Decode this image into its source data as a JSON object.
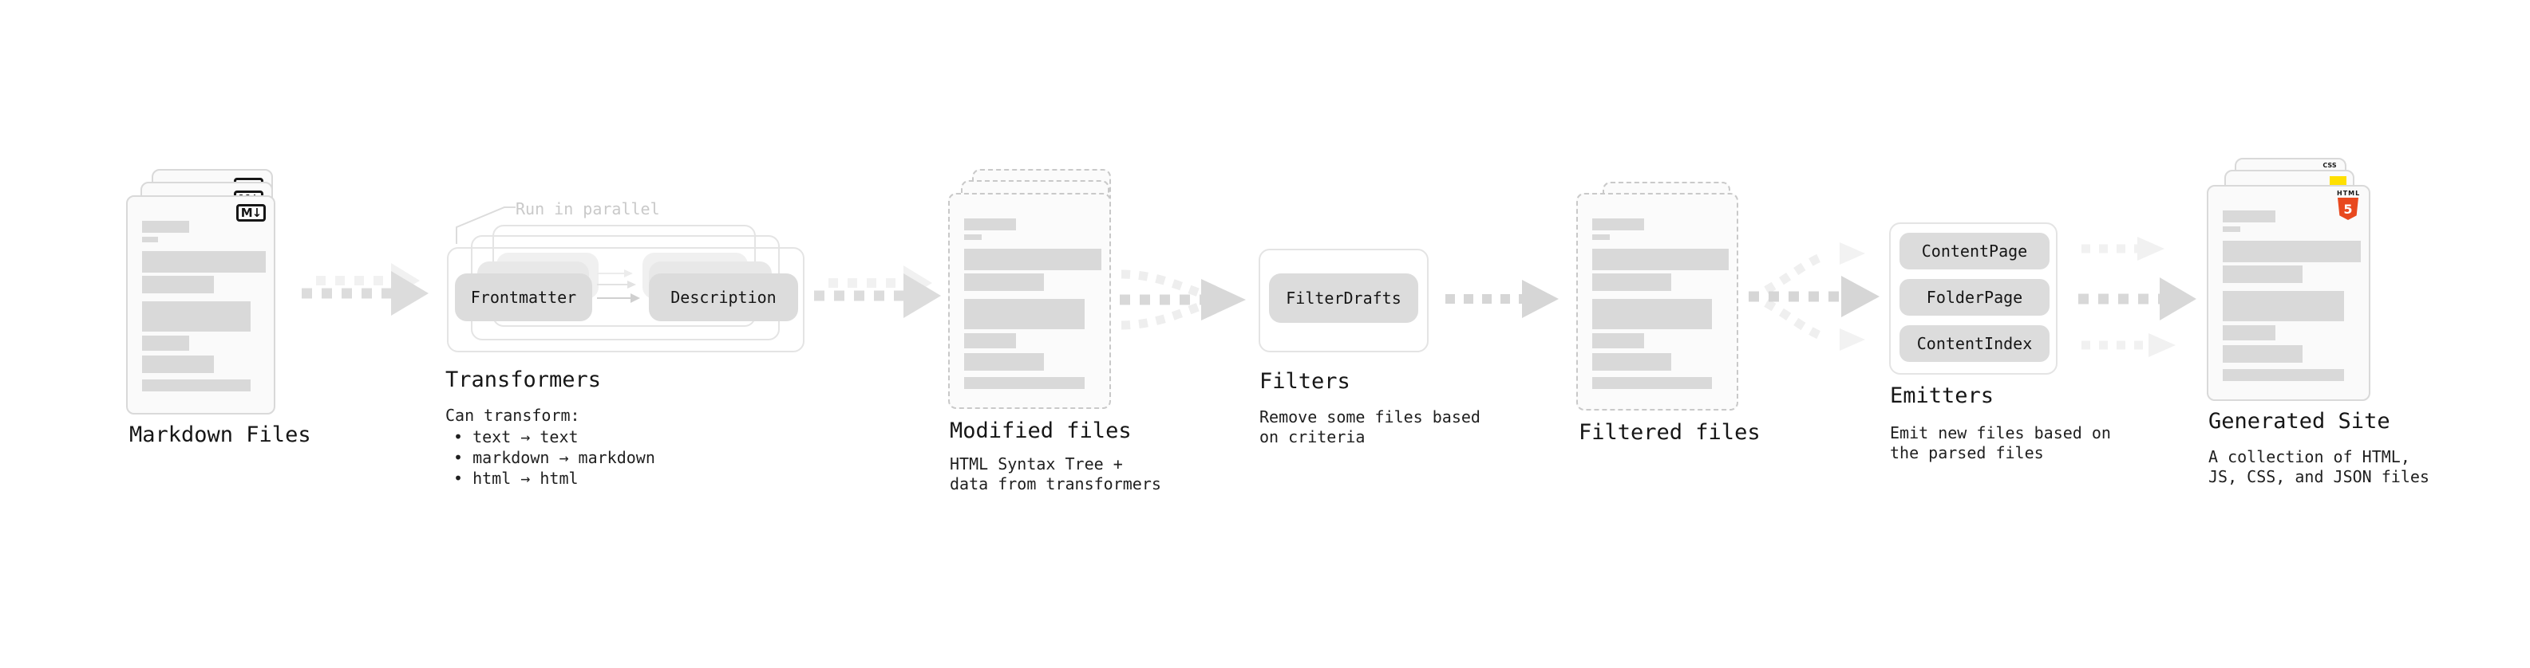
{
  "stages": {
    "markdown": {
      "label": "Markdown Files"
    },
    "transformers": {
      "label": "Transformers",
      "annotation": "Run in parallel",
      "desc_heading": "Can transform:",
      "bullets": {
        "b1": "• text → text",
        "b2": "• markdown → markdown",
        "b3": "• html → html"
      },
      "nodes": {
        "frontmatter": "Frontmatter",
        "description": "Description"
      }
    },
    "modified": {
      "label": "Modified files",
      "desc1": "HTML Syntax Tree +",
      "desc2": "data from transformers"
    },
    "filters": {
      "label": "Filters",
      "desc1": "Remove some files based",
      "desc2": "on criteria",
      "nodes": {
        "filterdrafts": "FilterDrafts"
      }
    },
    "filtered": {
      "label": "Filtered files"
    },
    "emitters": {
      "label": "Emitters",
      "desc1": "Emit new files based on",
      "desc2": "the parsed files",
      "nodes": {
        "contentpage": "ContentPage",
        "folderpage": "FolderPage",
        "contentindex": "ContentIndex"
      }
    },
    "generated": {
      "label": "Generated Site",
      "desc1": "A collection of HTML,",
      "desc2": "JS, CSS, and JSON files"
    }
  },
  "icons": {
    "markdown": "M↓",
    "html5_word": "HTML",
    "html5_number": "5",
    "css_word": "CSS"
  },
  "colors": {
    "html5_orange": "#e8491f",
    "js_yellow": "#ffe000",
    "css_blue": "#2d66f2",
    "node_fill": "#dcdcdc",
    "card_bar_gray": "#d9d9d9",
    "arrow_gray": "#d8d8d8",
    "ghost_arrow_gray": "#f1f1f1",
    "annotation_gray": "#c9c9c9"
  }
}
